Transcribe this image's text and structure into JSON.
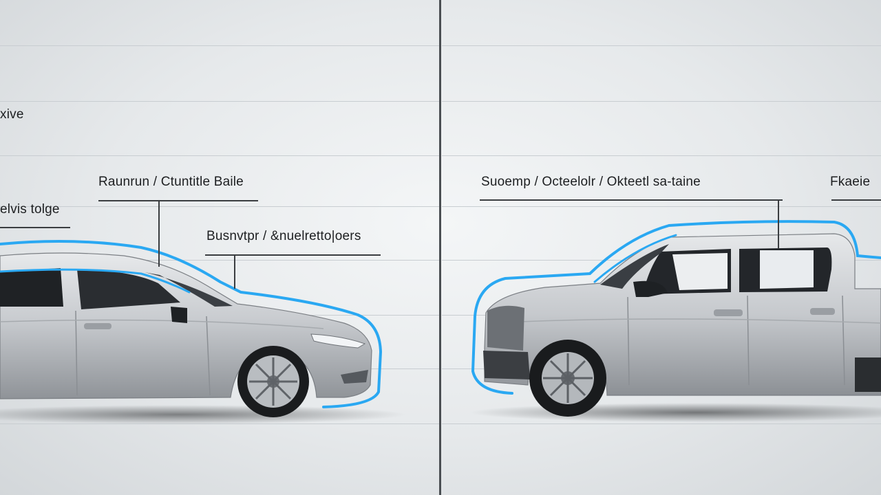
{
  "left_panel": {
    "labels": {
      "top": "xive",
      "side": "elvis tolge",
      "main": "Raunrun / Ctuntitle Baile",
      "sub": "Busnvtpr / &nuelretto|oers"
    }
  },
  "right_panel": {
    "labels": {
      "main": "Suoemp / Octeelolr / Okteetl sa-taine",
      "edge": "Fkaeie"
    }
  },
  "colors": {
    "outline_blue": "#2aa8f2",
    "body_silver": "#c9cccf",
    "divider": "#4a4e52"
  }
}
